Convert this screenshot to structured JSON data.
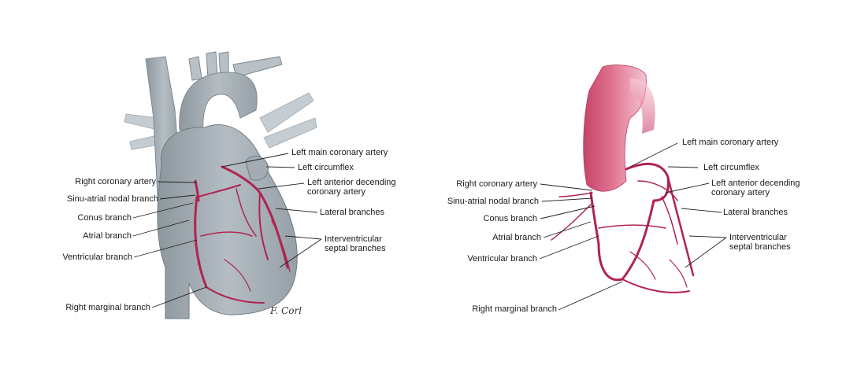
{
  "left_figure": {
    "labels": {
      "left_main_coronary_artery": "Left main coronary artery",
      "left_circumflex": "Left circumflex",
      "left_anterior_line1": "Left anterior decending",
      "left_anterior_line2": "coronary artery",
      "lateral_branches": "Lateral branches",
      "interventricular_line1": "Interventricular",
      "interventricular_line2": "septal branches",
      "right_coronary_artery": "Right coronary artery",
      "sinu_atrial": "Sinu-atrial nodal branch",
      "conus_branch": "Conus branch",
      "atrial_branch": "Atrial branch",
      "ventricular_branch": "Ventricular branch",
      "right_marginal_branch": "Right marginal branch"
    },
    "signature": "F. Corl"
  },
  "right_figure": {
    "labels": {
      "left_main_coronary_artery": "Left main coronary artery",
      "left_circumflex": "Left circumflex",
      "left_anterior_line1": "Left anterior decending",
      "left_anterior_line2": "coronary artery",
      "lateral_branches": "Lateral branches",
      "interventricular_line1": "Interventricular",
      "interventricular_line2": "septal branches",
      "right_coronary_artery": "Right coronary artery",
      "sinu_atrial": "Sinu-atrial nodal branch",
      "conus_branch": "Conus branch",
      "atrial_branch": "Atrial branch",
      "ventricular_branch": "Ventricular branch",
      "right_marginal_branch": "Right marginal branch"
    }
  },
  "colors": {
    "heart_gray": "#a7b1b8",
    "heart_dark": "#7d8890",
    "artery": "#b0244f",
    "aorta_pink": "#d4587a",
    "leader": "#222222"
  }
}
